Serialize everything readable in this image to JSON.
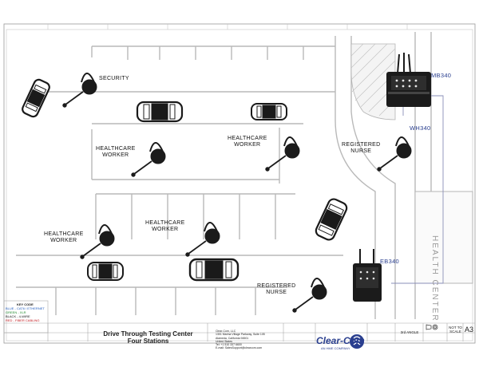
{
  "labels": {
    "security": "SECURITY",
    "hw_line1": "HEALTHCARE",
    "hw_line2": "WORKER",
    "rn_line1": "REGISTERED",
    "rn_line2": "NURSE",
    "health_center": "HEALTH CENTER"
  },
  "equipment": {
    "mb": "MB340",
    "wh": "WH340",
    "eb": "EB340"
  },
  "key_code": {
    "title": "KEY CODE",
    "rows": [
      {
        "text": "BLUE - CAT6 / ETHERNET",
        "color": "#1e5bbf"
      },
      {
        "text": "GREEN - XLR",
        "color": "#1f8a2b"
      },
      {
        "text": "BLACK - 4-WIRE",
        "color": "#111111"
      },
      {
        "text": "RED - FIBER CABLING",
        "color": "#c0141a"
      }
    ]
  },
  "title_block": {
    "drawing_title_line1": "Drive Through Testing Center",
    "drawing_title_line2": "Four Stations",
    "company": "Clear-Com",
    "company_tag": "AN HME COMPANY",
    "size": "A3",
    "scale_label": "NOT TO SCALE",
    "angle_label": "3rd ANGLE",
    "address": [
      "Clear-Com, LLC",
      "1301 Marina Village Parkway, Suite 105",
      "Alameda, California 94501",
      "United States",
      "Tel: +1 510 337 6600",
      "E-mail: SalesSupport@clearcom.com"
    ]
  },
  "colors": {
    "line": "#b9b9b9",
    "hatch": "#bdbdbd",
    "vehicle": "#1a1a1a",
    "device": "#1b1b1b",
    "cable": "#8a8fb8",
    "label_blue": "#2a3f8f"
  }
}
